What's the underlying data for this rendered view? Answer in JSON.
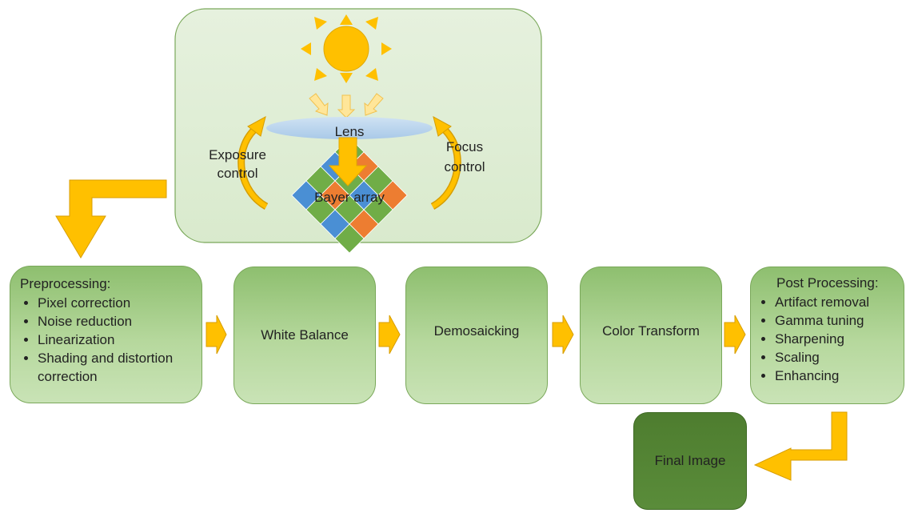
{
  "camera": {
    "lens_label": "Lens",
    "exposure_label_1": "Exposure",
    "exposure_label_2": "control",
    "focus_label_1": "Focus",
    "focus_label_2": "control",
    "bayer_label": "Bayer array",
    "icons": [
      "sun-icon",
      "light-ray-arrow",
      "lens-ellipse",
      "bayer-grid",
      "feedback-arrow"
    ]
  },
  "stages": {
    "preprocessing": {
      "title": "Preprocessing:",
      "items": [
        "Pixel correction",
        "Noise reduction",
        "Linearization",
        "Shading and distortion correction"
      ]
    },
    "white_balance": "White Balance",
    "demosaicking": "Demosaicking",
    "color_transform": "Color Transform",
    "post_processing": {
      "title": "Post Processing:",
      "items": [
        "Artifact removal",
        "Gamma tuning",
        "Sharpening",
        "Scaling",
        "Enhancing"
      ]
    },
    "final_image": "Final Image"
  },
  "colors": {
    "arrow": "#f7b500",
    "arrow_border": "#d89e00",
    "sun": "#ffc000",
    "camera_panel": "#e2efda",
    "stage_green": "#a9d18e",
    "final_green": "#548235",
    "bayer_green": "#70ad47",
    "bayer_blue": "#4a8fd4",
    "bayer_orange": "#ed7d31",
    "lens": "#bdd7ee"
  }
}
